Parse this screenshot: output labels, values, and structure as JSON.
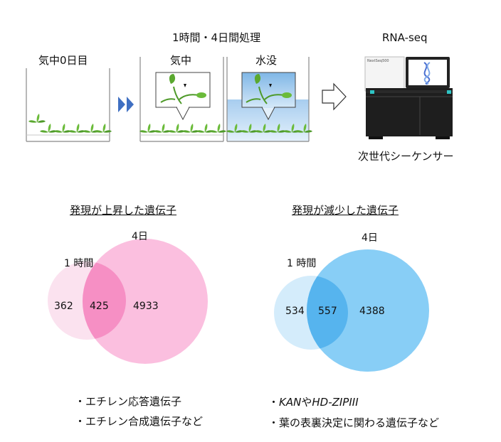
{
  "experiment": {
    "title_time": "1時間・4日間処理",
    "beaker_day0": "気中0日目",
    "beaker_air": "気中",
    "beaker_submerged": "水没",
    "rnaseq_title": "RNA-seq",
    "sequencer_label": "次世代シーケンサー",
    "sequencer_brand": "NextSeq500"
  },
  "venn_up": {
    "title": "発現が上昇した遺伝子",
    "label_small": "1 時間",
    "label_large": "4日",
    "only_small": "362",
    "overlap": "425",
    "only_large": "4933",
    "bullets": [
      "・エチレン応答遺伝子",
      "・エチレン合成遺伝子など"
    ]
  },
  "venn_down": {
    "title": "発現が減少した遺伝子",
    "label_small": "1 時間",
    "label_large": "4日",
    "only_small": "534",
    "overlap": "557",
    "only_large": "4388",
    "bullets_line1": {
      "prefix": "・",
      "kan": "KAN",
      "ya": "や",
      "hdzip": "HD-ZIPIII"
    },
    "bullet_line2": "・葉の表裏決定に関わる遺伝子など"
  },
  "colors": {
    "pink_small": "#fbe0ee",
    "pink_large": "#fbbedf",
    "pink_overlap": "#f58fc3",
    "blue_small": "#d6edfb",
    "blue_large": "#86cdf6",
    "blue_overlap": "#55b5ef",
    "arrow_blue": "#3f6fc2",
    "water": "#a9cff0"
  }
}
